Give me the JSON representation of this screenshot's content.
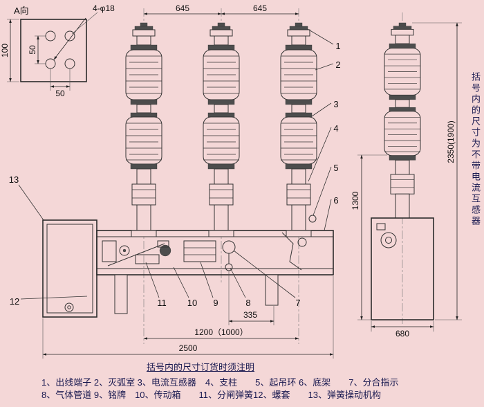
{
  "colors": {
    "background": "#f4d7d7",
    "line": "#333333",
    "legend_text": "#191950"
  },
  "detail_view": {
    "view_label": "A向",
    "holes_note": "4-φ18",
    "dim_height": "100",
    "dim_row_span": "50",
    "dim_col_span": "50"
  },
  "dimensions": {
    "pole_span_left": "645",
    "pole_span_right": "645",
    "total_height": "2350(1900)",
    "pole_height": "1300",
    "side_base_width": "680",
    "offset_335": "335",
    "base_span": "1200（1000）",
    "total_width": "2500"
  },
  "notes": {
    "right_vertical": "括号内的尺寸为不带电流互感器",
    "order_note": "括号内的尺寸订货时须注明"
  },
  "callouts": [
    "1",
    "2",
    "3",
    "4",
    "5",
    "6",
    "7",
    "8",
    "9",
    "10",
    "11",
    "12",
    "13"
  ],
  "legend": {
    "line1": "1、出线端子 2、灭弧室 3、电流互感器　4、支柱　　5、起吊环 6、底架　　7、分合指示",
    "line2": "8、气体管道 9、铭牌　10、传动箱　　11、分闸弹簧12、螺套　　13、弹簧操动机构"
  }
}
